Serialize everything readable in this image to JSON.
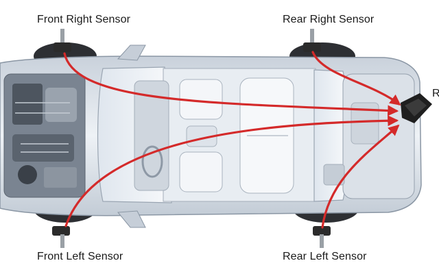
{
  "labels": {
    "front_right": "Front Right Sensor",
    "rear_right": "Rear Right Sensor",
    "front_left": "Front Left Sensor",
    "rear_left": "Rear Left Sensor",
    "receiver": "R"
  },
  "colors": {
    "arrow": "#d42a2a",
    "car_body": "#d6dde6",
    "car_outline": "#8a96a4",
    "sensor": "#2b2b2b",
    "module": "#1f1f1f"
  }
}
